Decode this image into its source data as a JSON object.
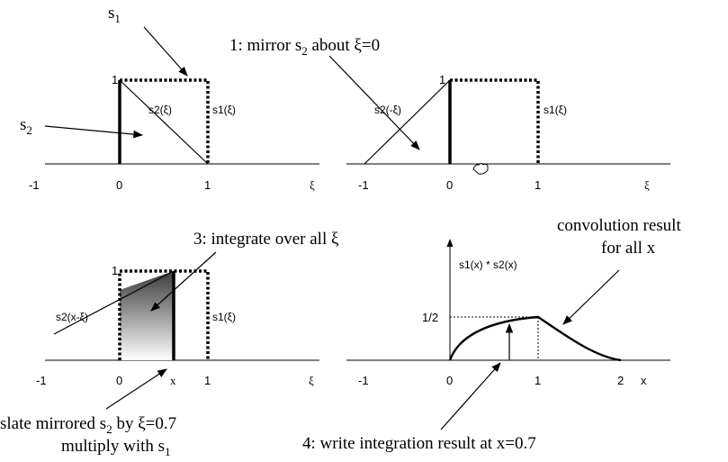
{
  "annotations": {
    "s1_label": "s",
    "s1_sub": "1",
    "s2_label": "s",
    "s2_sub": "2",
    "step1_pre": "1: mirror s",
    "step1_sub": "2",
    "step1_post": " about ξ=0",
    "step3": "3: integrate over all ξ",
    "step2_line1_pre": "slate mirrored s",
    "step2_line1_sub": "2",
    "step2_line1_post": " by ξ=0.7",
    "step2_line2_pre": "multiply with s",
    "step2_line2_sub": "1",
    "step4": "4: write integration result at x=0.7",
    "result_line1": "convolution result",
    "result_line2": "for all x"
  },
  "panel1": {
    "ticks": [
      "-1",
      "0",
      "1"
    ],
    "ytick": "1",
    "axis_label": "ξ",
    "s2_curve": "s2(ξ)",
    "s1_curve": "s1(ξ)"
  },
  "panel2": {
    "ticks": [
      "-1",
      "0",
      "1"
    ],
    "ytick": "1",
    "axis_label": "ξ",
    "s2_curve": "s2(-ξ)",
    "s1_curve": "s1(ξ)"
  },
  "panel3": {
    "ticks": [
      "-1",
      "0",
      "x",
      "1"
    ],
    "ytick": "1",
    "axis_label": "ξ",
    "s2_curve": "s2(x-ξ)",
    "s1_curve": "s1(ξ)"
  },
  "panel4": {
    "ticks": [
      "-1",
      "0",
      "1",
      "2"
    ],
    "ytick": "1/2",
    "axis_label": "x",
    "y_label": "s1(x) * s2(x)"
  },
  "colors": {
    "ink": "#000000",
    "shade_dark": "#3a3a3a",
    "shade_light": "#ffffff"
  }
}
